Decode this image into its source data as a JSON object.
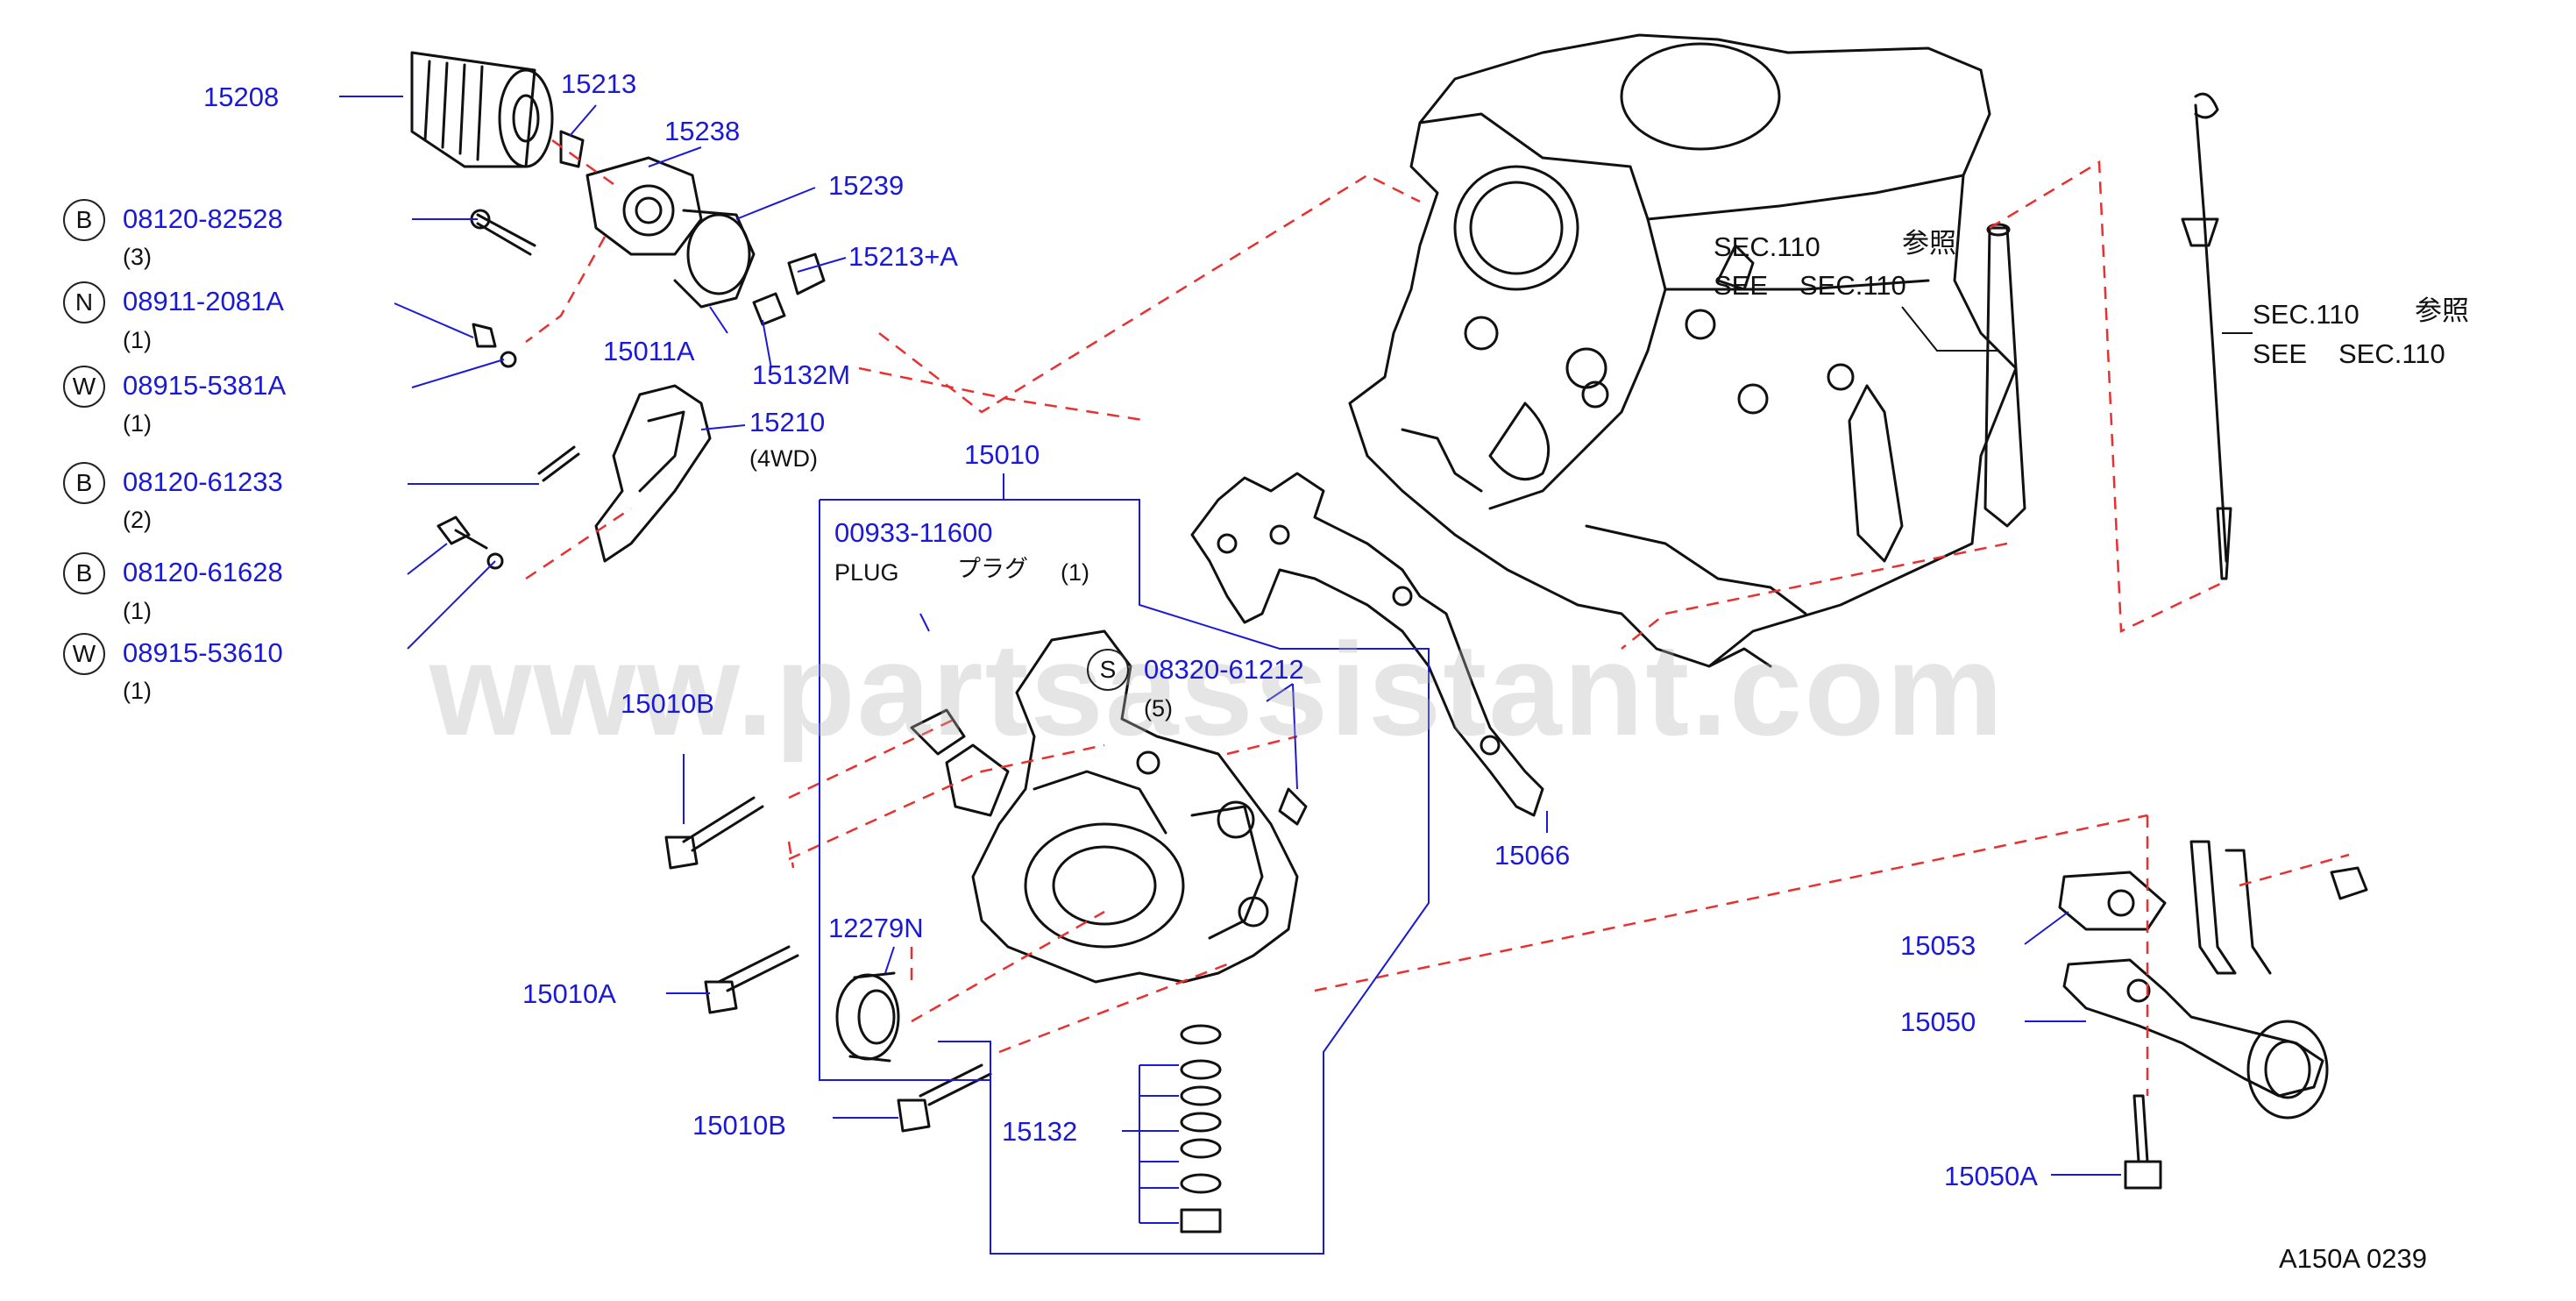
{
  "watermark": "www.partsassistant.com",
  "diagram_code": "A150A 0239",
  "colors": {
    "part_number": "#1a1ad6",
    "leader": "#1a1ad6",
    "phantom": "#e83030",
    "ink": "#111111"
  },
  "callouts": {
    "p15208": "15208",
    "p15213": "15213",
    "p15238": "15238",
    "p15239": "15239",
    "p15213a": "15213+A",
    "p15011a": "15011A",
    "p15132m": "15132M",
    "p15210": "15210",
    "p15210_note": "(4WD)",
    "p15010": "15010",
    "p00933": "00933-11600",
    "plug_en": "PLUG",
    "plug_jp": "プラグ",
    "plug_qty": "(1)",
    "p08320": "08320-61212",
    "p08320_qty": "(5)",
    "p08320_letter": "S",
    "p15010b_1": "15010B",
    "p12279n": "12279N",
    "p15010a": "15010A",
    "p15010b_2": "15010B",
    "p15132": "15132",
    "p15066": "15066",
    "p15053": "15053",
    "p15050": "15050",
    "p15050a": "15050A",
    "sec1_line1": "SEC.110",
    "sec1_jp": "参照",
    "sec1_line2": "SEE",
    "sec1_ref": "SEC.110",
    "sec2_line1": "SEC.110",
    "sec2_jp": "参照",
    "sec2_line2": "SEE",
    "sec2_ref": "SEC.110"
  },
  "fasteners": [
    {
      "letter": "B",
      "part": "08120-82528",
      "qty": "(3)"
    },
    {
      "letter": "N",
      "part": "08911-2081A",
      "qty": "(1)"
    },
    {
      "letter": "W",
      "part": "08915-5381A",
      "qty": "(1)"
    },
    {
      "letter": "B",
      "part": "08120-61233",
      "qty": "(2)"
    },
    {
      "letter": "B",
      "part": "08120-61628",
      "qty": "(1)"
    },
    {
      "letter": "W",
      "part": "08915-53610",
      "qty": "(1)"
    }
  ]
}
